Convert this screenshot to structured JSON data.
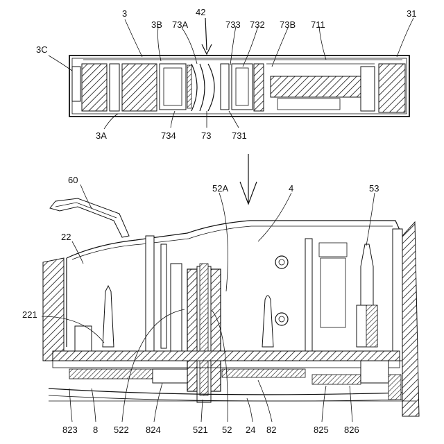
{
  "figure": {
    "top_labels": [
      "3",
      "42",
      "3B",
      "73A",
      "733",
      "732",
      "73B",
      "711",
      "31",
      "3C",
      "3A",
      "734",
      "73",
      "731"
    ],
    "bottom_labels": [
      "60",
      "52A",
      "4",
      "53",
      "22",
      "221",
      "823",
      "8",
      "522",
      "824",
      "521",
      "52",
      "24",
      "82",
      "825",
      "826"
    ]
  },
  "colors": {
    "ink": "#111111",
    "background": "#ffffff"
  }
}
